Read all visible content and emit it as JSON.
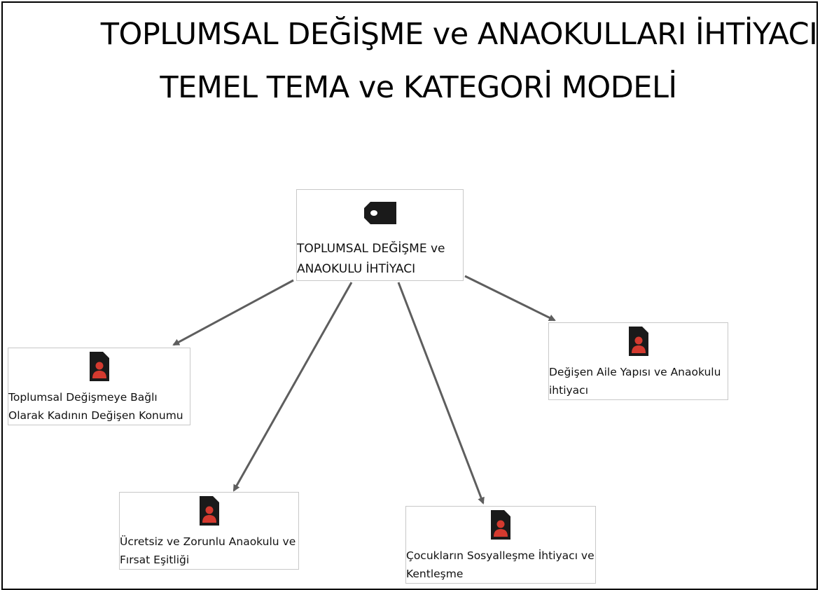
{
  "title": {
    "line1": "TOPLUMSAL DEĞİŞME ve ANAOKULLARI İHTİYACI",
    "line2": "TEMEL TEMA ve KATEGORİ MODELİ"
  },
  "root": {
    "line1": " TOPLUMSAL DEĞİŞME ve",
    "line2": "ANAOKULU İHTİYACI",
    "icon": "theme-tag-icon"
  },
  "categories": [
    {
      "line1": "Toplumsal Değişmeye Bağlı",
      "line2": "Olarak Kadının Değişen Konumu",
      "icon": "person-document-icon"
    },
    {
      "line1": "Ücretsiz ve Zorunlu Anaokulu ve",
      "line2": "Fırsat Eşitliği",
      "icon": "person-document-icon"
    },
    {
      "line1": "Çocukların Sosyalleşme İhtiyacı ve",
      "line2": "Kentleşme",
      "icon": "person-document-icon"
    },
    {
      "line1": "Değişen Aile Yapısı ve Anaokulu",
      "line2": "ihtiyacı",
      "icon": "person-document-icon"
    }
  ],
  "colors": {
    "arrow": "#5e5e5e",
    "node_border": "#c8c8c8",
    "icon_dark": "#1a1a1a",
    "icon_red": "#d43a2f"
  }
}
